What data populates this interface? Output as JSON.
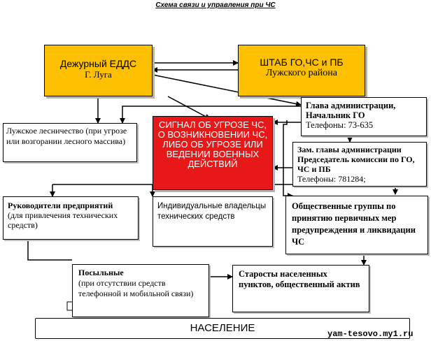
{
  "title": "Схема связи и управления при ЧС",
  "edds": {
    "line1": "Дежурный ЕДДС",
    "line2": "Г. Луга"
  },
  "shtab": {
    "line1": "ШТАБ ГО,ЧС и ПБ",
    "line2": "Лужского района"
  },
  "glava": {
    "line1": "Глава администрации,",
    "line2": "Начальник ГО",
    "line3": "Телефоны: 73-635"
  },
  "signal": {
    "text": "СИГНАЛ ОБ УГРОЗЕ ЧС, О ВОЗНИКНОВЕНИИ ЧС, ЛИБО ОБ УГРОЗЕ ИЛИ ВЕДЕНИИ ВОЕННЫХ ДЕЙСТВИЙ"
  },
  "leshoz": {
    "bold": "Лужское лесничество",
    "rest": " (при угрозе или возгорании лесного массива)"
  },
  "zam": {
    "line1": "Зам. главы администрации",
    "line2": "Председатель комиссии по ГО, ЧС и ПБ",
    "line3": "Телефоны: 781284;"
  },
  "ruk": {
    "bold": "Руководители предприятий",
    "rest": "(для привлечения технических средств)"
  },
  "indiv": {
    "text": "Индивидуальные владельцы технических средств"
  },
  "obsh": {
    "text": "Общественные группы по принятию первичных мер предупреждения и ликвидации ЧС"
  },
  "posyl": {
    "bold": "Посыльные",
    "rest": "(при отсутствии средств телефонной и мобильной связи)"
  },
  "starosty": {
    "text": "Старосты населенных пунктов, общественный актив"
  },
  "naselenie": {
    "text": "НАСЕЛЕНИЕ"
  },
  "watermark": "yam-tesovo.my1.ru"
}
